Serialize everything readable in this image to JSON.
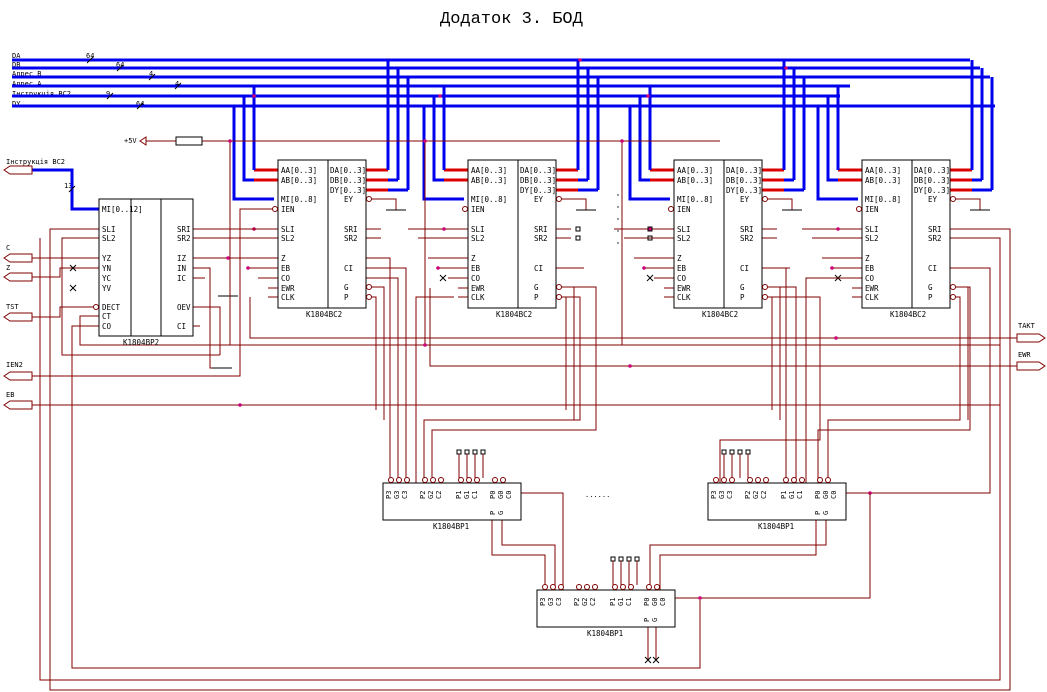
{
  "title": "Додаток 3. БОД",
  "buses": [
    {
      "label": "DA",
      "width": "64"
    },
    {
      "label": "DB",
      "width": "64"
    },
    {
      "label": "Адрес В",
      "width": "4"
    },
    {
      "label": "Адрес А",
      "width": "4"
    },
    {
      "label": "Інструкція ВС2",
      "width": "9"
    },
    {
      "label": "DY",
      "width": "64"
    }
  ],
  "power": "+5V",
  "inputs": {
    "instr": "Інструкція ВС2",
    "instr_width": "13",
    "c": "C",
    "z": "Z",
    "tst": "TST",
    "ien2": "IEN2",
    "eb": "EB",
    "takt": "TAKT",
    "ewr": "EWR"
  },
  "p2": {
    "name": "K1804ВР2",
    "left": [
      "MI[0..12]",
      "SLI",
      "SL2",
      "YZ",
      "YN",
      "YC",
      "YV",
      "DECT",
      "CT",
      "CO"
    ],
    "right": [
      "SRI",
      "SR2",
      "IZ",
      "IN",
      "IC",
      "OEV",
      "CI"
    ]
  },
  "c2": {
    "name": "K1804ВС2",
    "left": [
      "AA[0..3]",
      "AB[0..3]",
      "MI[0..8]",
      "IEN",
      "SLI",
      "SL2",
      "Z",
      "EB",
      "CO",
      "EWR",
      "CLK"
    ],
    "right": [
      "DA[0..3]",
      "DB[0..3]",
      "DY[0..3]",
      "EY",
      "SRI",
      "SR2",
      "CI",
      "G",
      "P"
    ]
  },
  "p1": {
    "name": "K1804ВР1",
    "pins": [
      "P3",
      "G3",
      "C3",
      "P2",
      "G2",
      "C2",
      "P1",
      "G1",
      "C1",
      "P0",
      "G0",
      "C0",
      "P",
      "G"
    ]
  },
  "dots": "......"
}
